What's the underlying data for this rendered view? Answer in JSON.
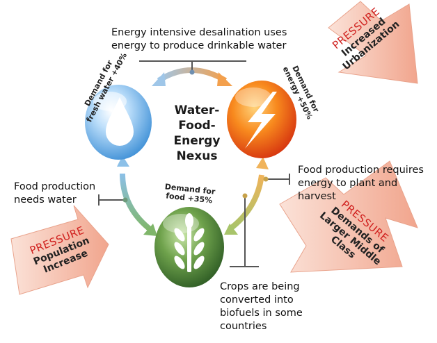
{
  "center_title": [
    "Water-",
    "Food-",
    "Energy",
    "Nexus"
  ],
  "nodes": {
    "water": {
      "icon": "water-drop-icon",
      "demand": [
        "Demand for",
        "fresh water +40%"
      ],
      "color": "#5aa9e6"
    },
    "energy": {
      "icon": "lightning-bolt-icon",
      "demand": [
        "Demand for",
        "energy +50%"
      ],
      "color": "#f26a1b"
    },
    "food": {
      "icon": "wheat-icon",
      "demand": [
        "Demand for",
        "food +35%"
      ],
      "color": "#4f8a3a"
    }
  },
  "annotations": {
    "desalination": [
      "Energy intensive desalination uses",
      "energy to produce drinkable water"
    ],
    "food_needs_water": [
      "Food production",
      "needs water"
    ],
    "food_requires_energy": [
      "Food production requires",
      "energy to plant and harvest"
    ],
    "biofuels": [
      "Crops are being",
      "converted into",
      "biofuels in some",
      "countries"
    ]
  },
  "pressures": [
    {
      "title": "PRESSURE",
      "lines": [
        "Increased",
        "Urbanization"
      ]
    },
    {
      "title": "PRESSURE",
      "lines": [
        "Population",
        "Increase"
      ]
    },
    {
      "title": "PRESSURE",
      "lines": [
        "Demands of",
        "Larger Middle",
        "Class"
      ]
    }
  ],
  "colors": {
    "pressure_text": "#d0201e",
    "pressure_arrow": "#f3b8a6"
  }
}
